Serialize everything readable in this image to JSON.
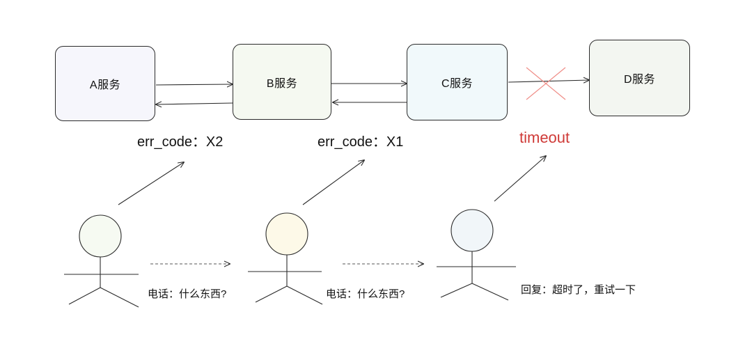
{
  "services": [
    {
      "label": "A服务",
      "fill": "#f6f6fc"
    },
    {
      "label": "B服务",
      "fill": "#f5f9f1"
    },
    {
      "label": "C服务",
      "fill": "#f1f9fb"
    },
    {
      "label": "D服务",
      "fill": "#f3f6f1"
    }
  ],
  "errors": [
    "err_code：X2",
    "err_code：X1"
  ],
  "timeout": {
    "label": "timeout",
    "color": "#cf3a37"
  },
  "people": [
    {
      "head_fill": "#f6faf2"
    },
    {
      "head_fill": "#fdf9e8"
    },
    {
      "head_fill": "#f1f6f9"
    }
  ],
  "speech": [
    "电话：什么东西?",
    "电话：什么东西?",
    "回复：超时了，重试一下"
  ],
  "colors": {
    "stroke": "#2a2a2a",
    "cross": "#ef8c86"
  }
}
